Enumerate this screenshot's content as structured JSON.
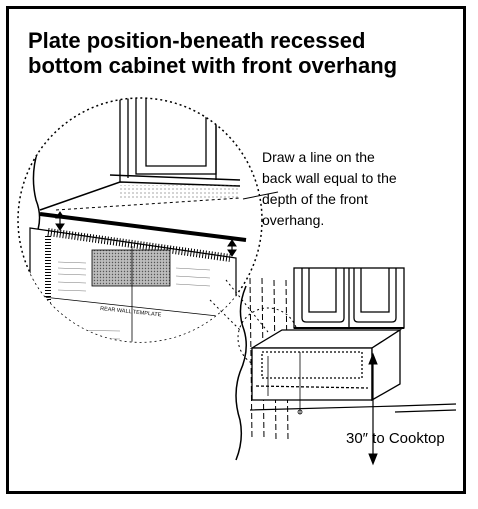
{
  "diagram": {
    "title_lines": [
      "Plate position-beneath recessed",
      "bottom cabinet with front overhang"
    ],
    "callout_lines": [
      "Draw a line on the",
      "back wall equal to the",
      "depth of the front",
      "overhang."
    ],
    "clearance_label": "30″ to Cooktop",
    "template_label": "REAR WALL TEMPLATE"
  }
}
